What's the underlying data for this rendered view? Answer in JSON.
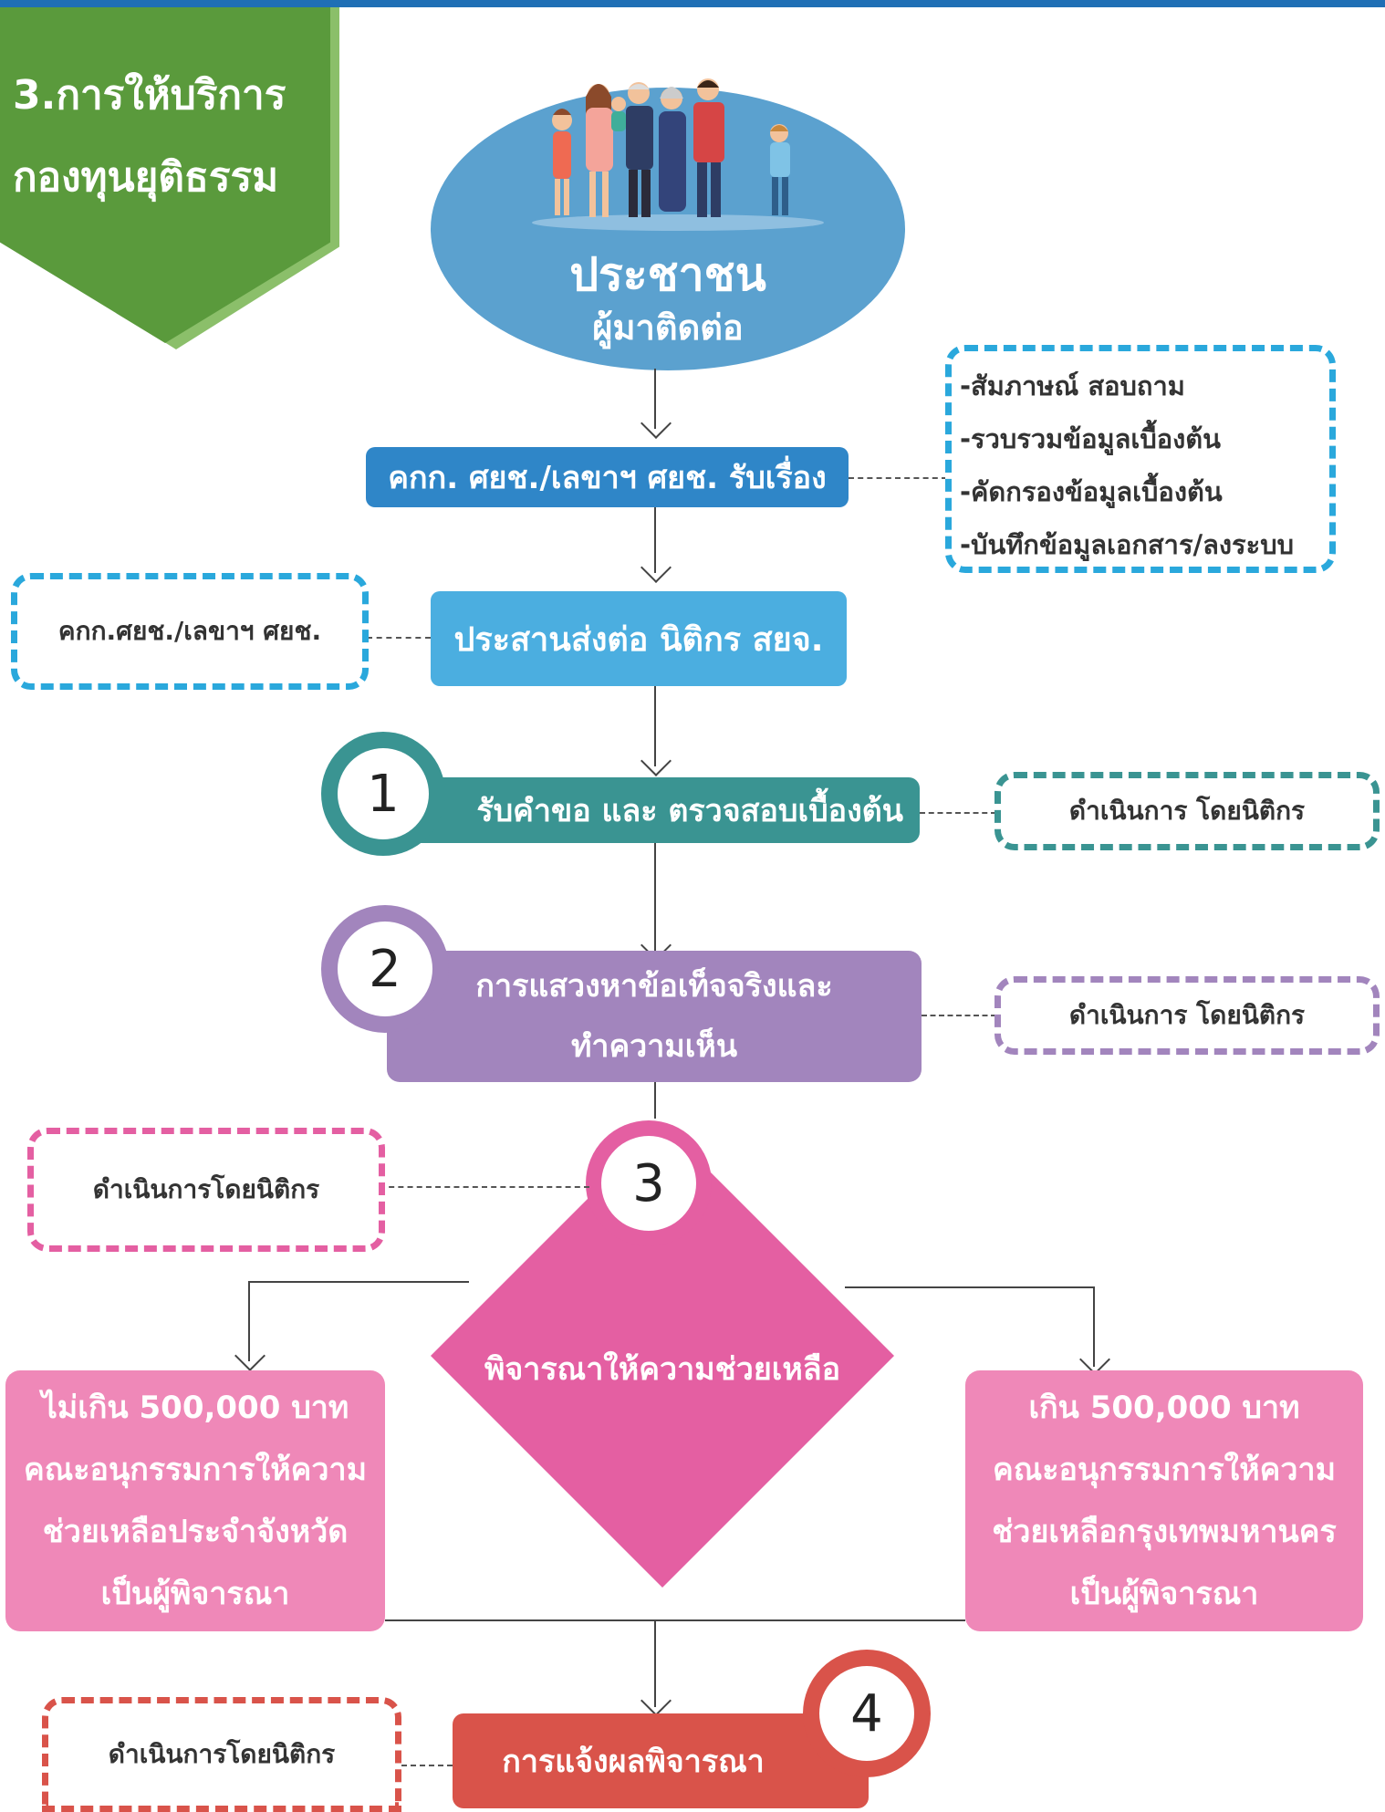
{
  "header": {
    "title_line1": "3.การให้บริการ",
    "title_line2": "กองทุนยุติธรรม"
  },
  "people": {
    "title": "ประชาชน",
    "subtitle": "ผู้มาติดต่อ"
  },
  "step_receive": {
    "label": "คกก. ศยช./เลขาฯ ศยช. รับเรื่อง"
  },
  "receive_notes": [
    "-สัมภาษณ์ สอบถาม",
    "-รวบรวมข้อมูลเบื้องต้น",
    "-คัดกรองข้อมูลเบื้องต้น",
    "-บันทึกข้อมูลเอกสาร/ลงระบบ"
  ],
  "step_coordinate": {
    "label": "ประสานส่งต่อ นิติกร สยจ.",
    "note": "คกก.ศยช./เลขาฯ ศยช."
  },
  "step1": {
    "number": "1",
    "label": "รับคำขอ และ ตรวจสอบเบื้องต้น",
    "note": "ดำเนินการ โดยนิติกร"
  },
  "step2": {
    "number": "2",
    "label_line1": "การแสวงหาข้อเท็จจริงและ",
    "label_line2": "ทำความเห็น",
    "note": "ดำเนินการ โดยนิติกร"
  },
  "step3": {
    "number": "3",
    "label": "พิจารณาให้ความช่วยเหลือ",
    "note": "ดำเนินการโดยนิติกร"
  },
  "branch_left": {
    "line1": "ไม่เกิน 500,000 บาท",
    "line2": "คณะอนุกรรมการให้ความ",
    "line3": "ช่วยเหลือประจำจังหวัด",
    "line4": "เป็นผู้พิจารณา"
  },
  "branch_right": {
    "line1": "เกิน 500,000 บาท",
    "line2": "คณะอนุกรรมการให้ความ",
    "line3": "ช่วยเหลือกรุงเทพมหานคร",
    "line4": "เป็นผู้พิจารณา"
  },
  "step4": {
    "number": "4",
    "label": "การแจ้งผลพิจารณา",
    "note": "ดำเนินการโดยนิติกร"
  },
  "colors": {
    "blue": "#2f86c8",
    "light_blue": "#4baee0",
    "teal": "#3a9492",
    "purple": "#a285bd",
    "pink": "#e45fa2",
    "light_pink": "#ef88b8",
    "red": "#d9534a",
    "green": "#5a9a3c"
  }
}
